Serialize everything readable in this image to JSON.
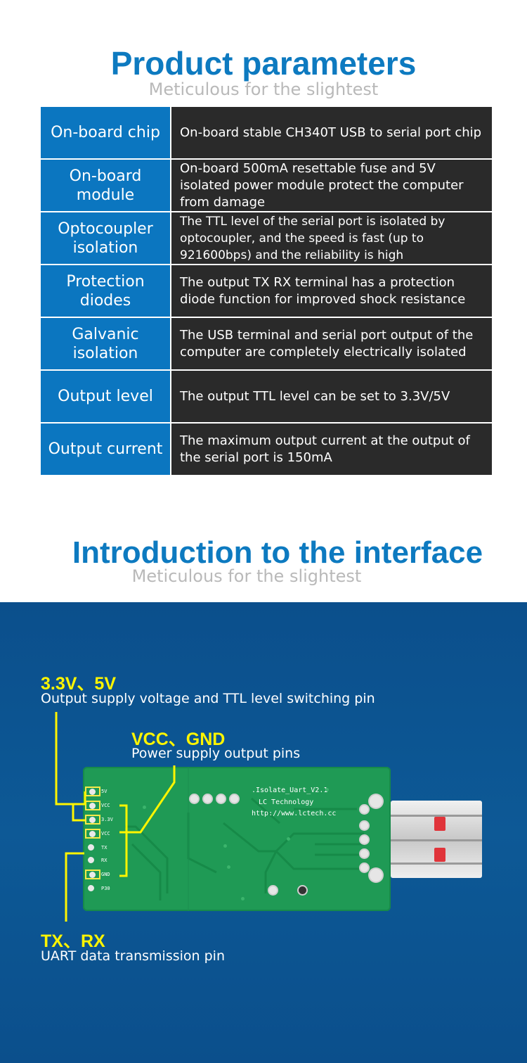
{
  "section1": {
    "title": "Product parameters",
    "subtitle": "Meticulous for the slightest"
  },
  "parameters": [
    {
      "label": "On-board chip",
      "value": "On-board stable CH340T USB to serial port chip"
    },
    {
      "label": "On-board module",
      "value": "On-board 500mA resettable fuse and 5V isolated power module protect the computer from damage"
    },
    {
      "label": "Optocoupler isolation",
      "value": "The TTL level of the serial port is isolated by optocoupler, and the speed is fast (up to 921600bps) and the reliability is high"
    },
    {
      "label": "Protection diodes",
      "value": "The output TX RX terminal has a protection diode function for improved shock resistance"
    },
    {
      "label": "Galvanic isolation",
      "value": "The USB terminal and serial port output of the computer are completely electrically isolated"
    },
    {
      "label": "Output level",
      "value": "The output TTL level can be set to 3.3V/5V"
    },
    {
      "label": "Output current",
      "value": "The maximum output current at the output of the serial port is 150mA"
    }
  ],
  "section2": {
    "title": "Introduction to the interface",
    "subtitle": "Meticulous for the slightest"
  },
  "callouts": {
    "voltage": {
      "title": "3.3V、5V",
      "desc": "Output supply voltage and TTL level switching pin"
    },
    "power": {
      "title": "VCC、GND",
      "desc": "Power supply output pins"
    },
    "uart": {
      "title": "TX、RX",
      "desc": "UART data transmission pin"
    }
  },
  "board": {
    "line1": ".Isolate_Uart_V2.1",
    "line2": "LC Technology",
    "line3": "http://www.lctech.cc",
    "pins": [
      "5V",
      "VCC",
      "3.3V",
      "VCC",
      "TX",
      "RX",
      "GND",
      "P30"
    ]
  },
  "colors": {
    "title_blue": "#0d7ac0",
    "label_cell": "#0b76c0",
    "value_cell": "#2a2a2a",
    "panel_blue": "#0d5996",
    "callout_yellow": "#fff500",
    "pcb_green": "#1f9a55"
  }
}
